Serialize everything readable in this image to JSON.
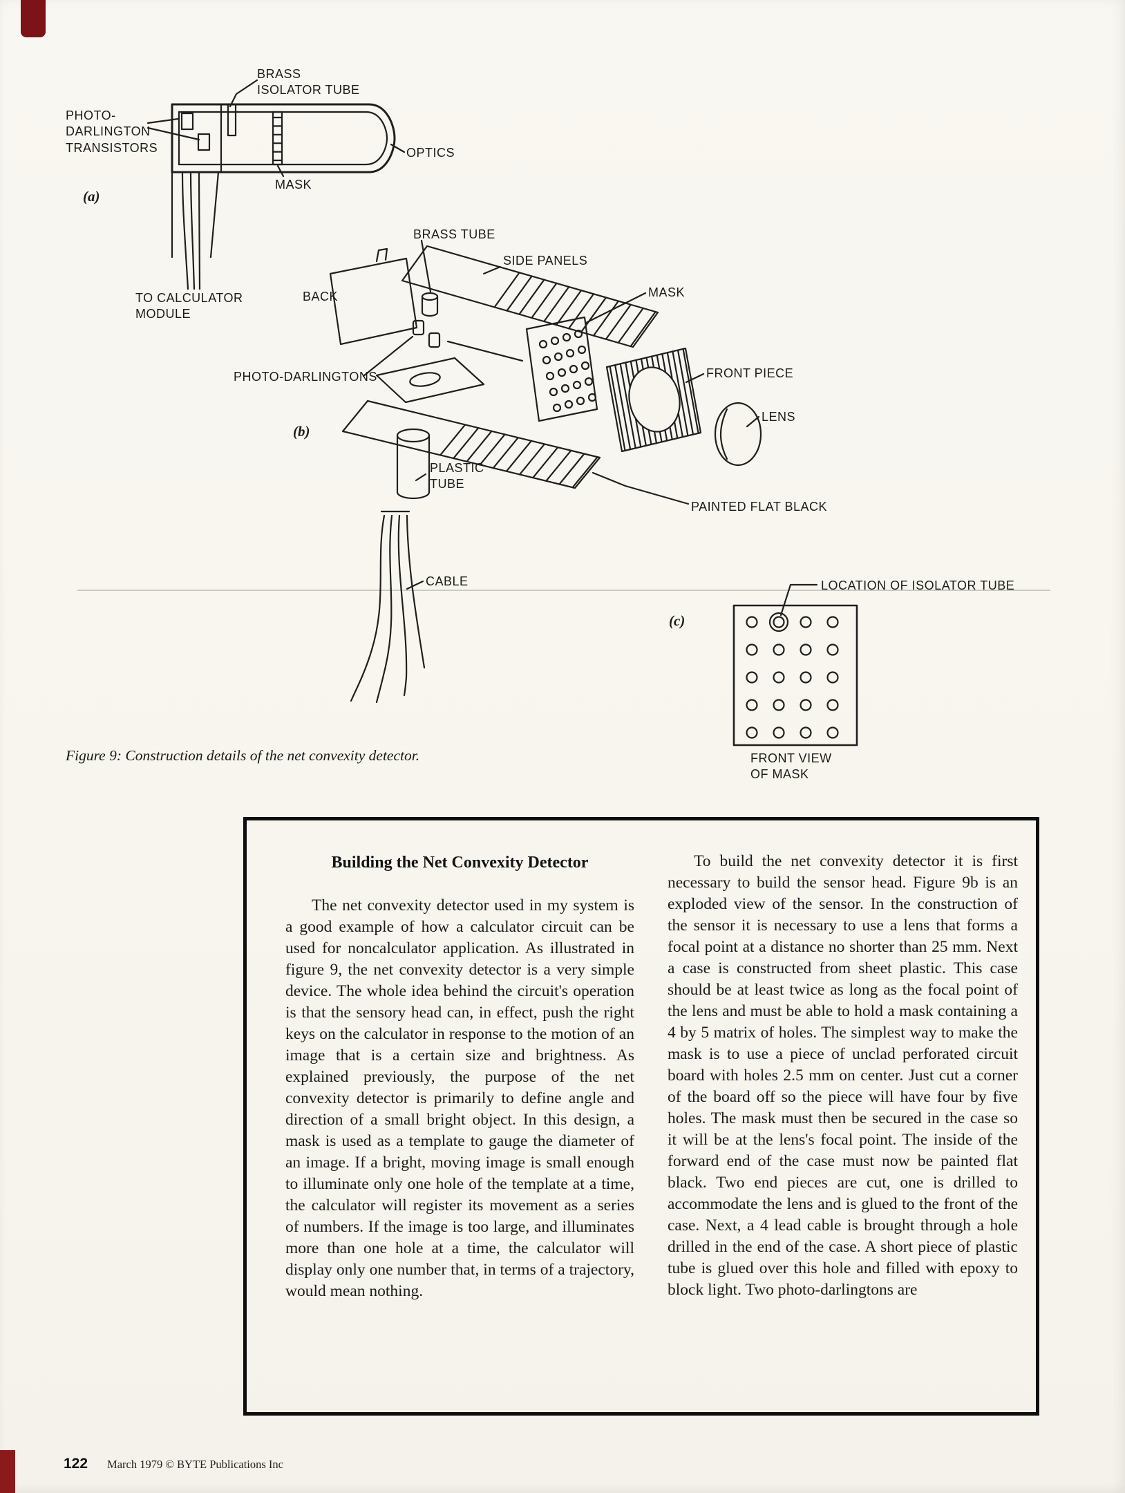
{
  "figure": {
    "caption": "Figure 9: Construction details of the net convexity detector.",
    "tags": {
      "a": "(a)",
      "b": "(b)",
      "c": "(c)"
    },
    "diagram_a": {
      "brass_isolator_tube": "BRASS\nISOLATOR TUBE",
      "photo_darlington_transistors": "PHOTO-\nDARLINGTON\nTRANSISTORS",
      "optics": "OPTICS",
      "mask": "MASK",
      "to_calculator_module": "TO CALCULATOR\nMODULE"
    },
    "diagram_b": {
      "brass_tube": "BRASS TUBE",
      "side_panels": "SIDE PANELS",
      "back": "BACK",
      "mask": "MASK",
      "photo_darlingtons": "PHOTO-DARLINGTONS",
      "front_piece": "FRONT PIECE",
      "lens": "LENS",
      "plastic_tube": "PLASTIC\nTUBE",
      "painted_flat_black": "PAINTED FLAT BLACK",
      "cable": "CABLE"
    },
    "diagram_c": {
      "location_of_isolator_tube": "LOCATION OF ISOLATOR TUBE",
      "front_view_of_mask": "FRONT VIEW\nOF MASK"
    },
    "mask_grid": {
      "rows": 5,
      "cols": 4,
      "isolator_hole": {
        "row": 0,
        "col": 1
      }
    }
  },
  "article": {
    "heading": "Building the Net Convexity Detector",
    "left_column": "The net convexity detector used in my system is a good example of how a calculator circuit can be used for noncalculator application. As illustrated in figure 9, the net convexity detector is a very simple device. The whole idea behind the circuit's operation is that the sensory head can, in effect, push the right keys on the calculator in response to the motion of an image that is a certain size and brightness. As explained previously, the purpose of the net convexity detector is primarily to define angle and direction of a small bright object. In this design, a mask is used as a template to gauge the diameter of an image. If a bright, moving image is small enough to illuminate only one hole of the template at a time, the calculator will register its movement as a series of numbers. If the image is too large, and illuminates more than one hole at a time, the calculator will display only one number that, in terms of a trajectory, would mean nothing.",
    "right_column": "To build the net convexity detector it is first necessary to build the sensor head. Figure 9b is an exploded view of the sensor. In the construction of the sensor it is necessary to use a lens that forms a focal point at a distance no shorter than 25 mm. Next a case is constructed from sheet plastic. This case should be at least twice as long as the focal point of the lens and must be able to hold a mask containing a 4 by 5 matrix of holes. The simplest way to make the mask is to use a piece of unclad perforated circuit board with holes 2.5 mm on center. Just cut a corner of the board off so the piece will have four by five holes. The mask must then be secured in the case so it will be at the lens's focal point. The inside of the forward end of the case must now be painted flat black. Two end pieces are cut, one is drilled to accommodate the lens and is glued to the front of the case. Next, a 4 lead cable is brought through a hole drilled in the end of the case. A short piece of plastic tube is glued over this hole and filled with epoxy to block light. Two photo-darlingtons are"
  },
  "footer": {
    "page_number": "122",
    "credit": "March 1979 © BYTE Publications Inc"
  },
  "colors": {
    "ink": "#1c1c1c",
    "paper": "#f7f5ee",
    "scan_mark_red": "#8c1a1a"
  }
}
